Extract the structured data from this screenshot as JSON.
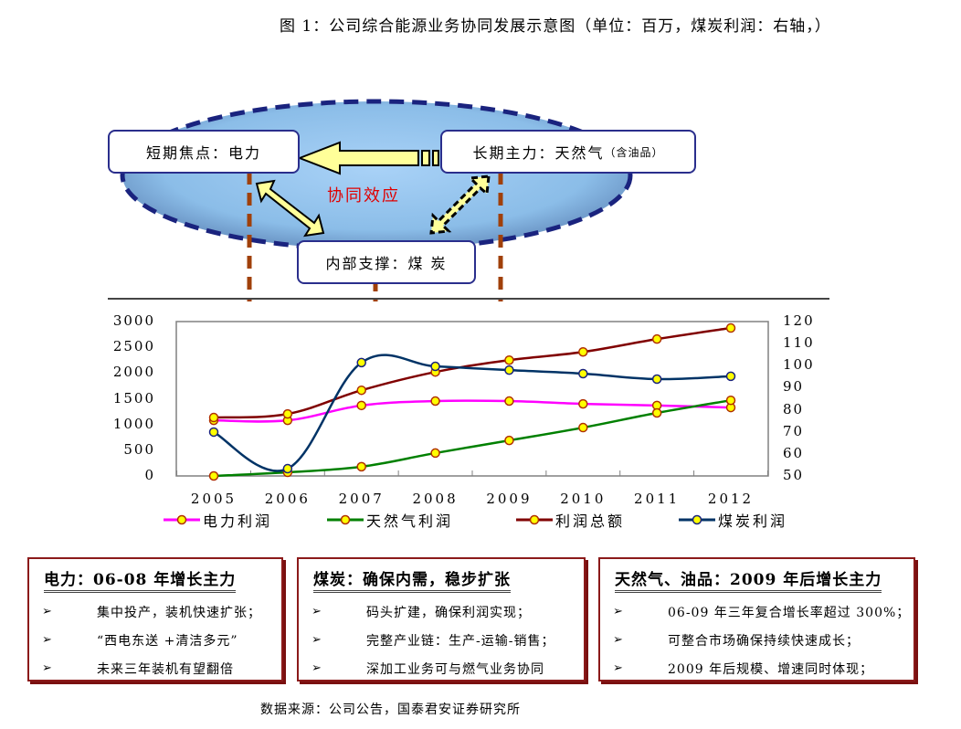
{
  "title": "图 1：公司综合能源业务协同发展示意图（单位：百万，煤炭利润：右轴，）",
  "diagram": {
    "short_term": "短期焦点：电力",
    "long_term": "长期主力：天然气",
    "long_term_note": "（含油品）",
    "internal": "内部支撑：煤 炭",
    "synergy": "协同效应",
    "colors": {
      "ellipse_fill": "#8fbfe8",
      "ellipse_border": "#1a237e",
      "arrow_fill": "#ffff99",
      "guide_line": "#a0400a",
      "synergy_text": "#e00000"
    }
  },
  "chart_data": {
    "type": "line",
    "title": "",
    "xlabel": "",
    "ylabel": "",
    "x": [
      "2005",
      "2006",
      "2007",
      "2008",
      "2009",
      "2010",
      "2011",
      "2012"
    ],
    "ylim": [
      0,
      3000
    ],
    "y2lim": [
      50,
      120
    ],
    "yticks": [
      "3000",
      "2500",
      "2000",
      "1500",
      "1000",
      "500",
      "0"
    ],
    "y2ticks": [
      "120",
      "110",
      "100",
      "90",
      "80",
      "70",
      "60",
      "50"
    ],
    "grid": false,
    "legend_position": "bottom",
    "series": [
      {
        "name": "电力利润",
        "axis": "left",
        "color": "#ff00ff",
        "values": [
          1080,
          1080,
          1370,
          1455,
          1455,
          1400,
          1370,
          1330
        ]
      },
      {
        "name": "天然气利润",
        "axis": "left",
        "color": "#008000",
        "values": [
          0,
          70,
          180,
          445,
          690,
          940,
          1225,
          1470
        ]
      },
      {
        "name": "利润总额",
        "axis": "left",
        "color": "#800000",
        "values": [
          1135,
          1205,
          1665,
          2020,
          2250,
          2410,
          2660,
          2875
        ]
      },
      {
        "name": "煤炭利润",
        "axis": "right",
        "color": "#003366",
        "values": [
          69.9,
          53.3,
          101.4,
          99.7,
          98.0,
          96.4,
          93.9,
          95.2
        ]
      }
    ]
  },
  "cards": [
    {
      "title": "电力：06-08 年增长主力",
      "items": [
        "集中投产，装机快速扩张；",
        "“西电东送 +清洁多元”",
        "未来三年装机有望翻倍"
      ]
    },
    {
      "title": "煤炭：确保内需，稳步扩张",
      "items": [
        "码头扩建，确保利润实现；",
        "完整产业链：生产-运输-销售；",
        "深加工业务可与燃气业务协同"
      ]
    },
    {
      "title": "天然气、油品：2009 年后增长主力",
      "items": [
        "06-09 年三年复合增长率超过 300%；",
        "可整合市场确保持续快速成长；",
        "2009 年后规模、增速同时体现；"
      ]
    }
  ],
  "bullet_glyph": "➢",
  "source": "数据来源：公司公告，国泰君安证券研究所"
}
